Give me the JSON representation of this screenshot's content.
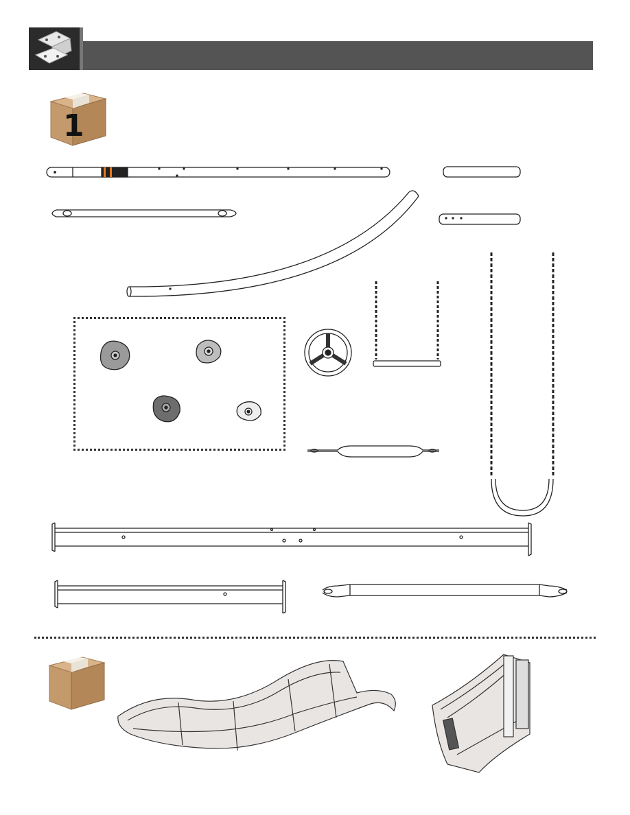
{
  "header": {
    "title": "",
    "icon": "bracket-icon",
    "bar_color": "#545454",
    "icon_bg": "#2b2b2b"
  },
  "boxes": [
    {
      "label": "1",
      "icon": "cardboard-box-icon",
      "color": "#c49a6c"
    },
    {
      "label": "",
      "icon": "cardboard-box-icon",
      "color": "#c49a6c"
    }
  ],
  "parts": {
    "long_beam": "long-tube-beam",
    "short_tube_top": "short-tube",
    "short_tube_holes": "short-tube-drilled",
    "swing_hanger_bar": "swing-hanger-bar",
    "curved_arm": "curved-arm",
    "climbing_holds": [
      "hold-gray",
      "hold-light-gray",
      "hold-dark-gray",
      "hold-white"
    ],
    "steering_wheel": "steering-wheel-icon",
    "trapeze": "trapeze-bar-icon",
    "belt_swing": "belt-swing-icon",
    "strap_bar": "strap-bar",
    "ground_beam_long": "flanged-beam-long",
    "ground_beam_short": "flanged-beam-short",
    "bar_wide": "swing-hanger-bar-wide",
    "slide": "wave-slide-icon",
    "slide_section": "slide-section-icon"
  },
  "colors": {
    "hold_gray": "#9a9a9a",
    "hold_light": "#bdbdbd",
    "hold_dark": "#6d6d6d",
    "hold_white": "#eeeeee",
    "accent_orange": "#e8781e",
    "slide": "#e9e5e3"
  }
}
